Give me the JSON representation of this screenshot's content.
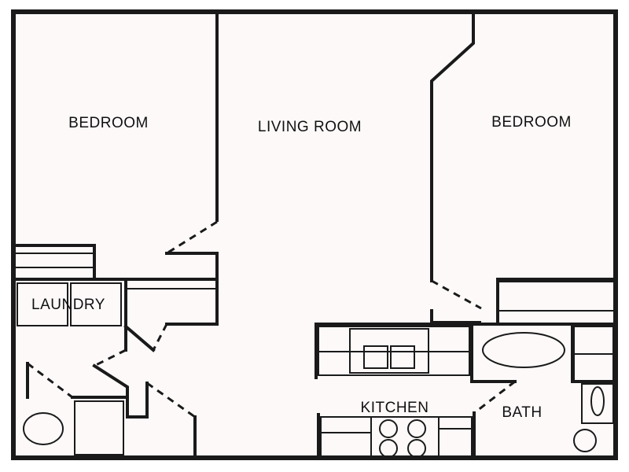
{
  "floorplan": {
    "rooms": {
      "bedroom_left": "BEDROOM",
      "living_room": "LIVING ROOM",
      "bedroom_right": "BEDROOM",
      "laundry": "LAUNDRY",
      "kitchen": "KITCHEN",
      "bath": "BATH"
    },
    "colors": {
      "wall": "#1a1a1a",
      "floor": "#fdf9f9"
    }
  }
}
